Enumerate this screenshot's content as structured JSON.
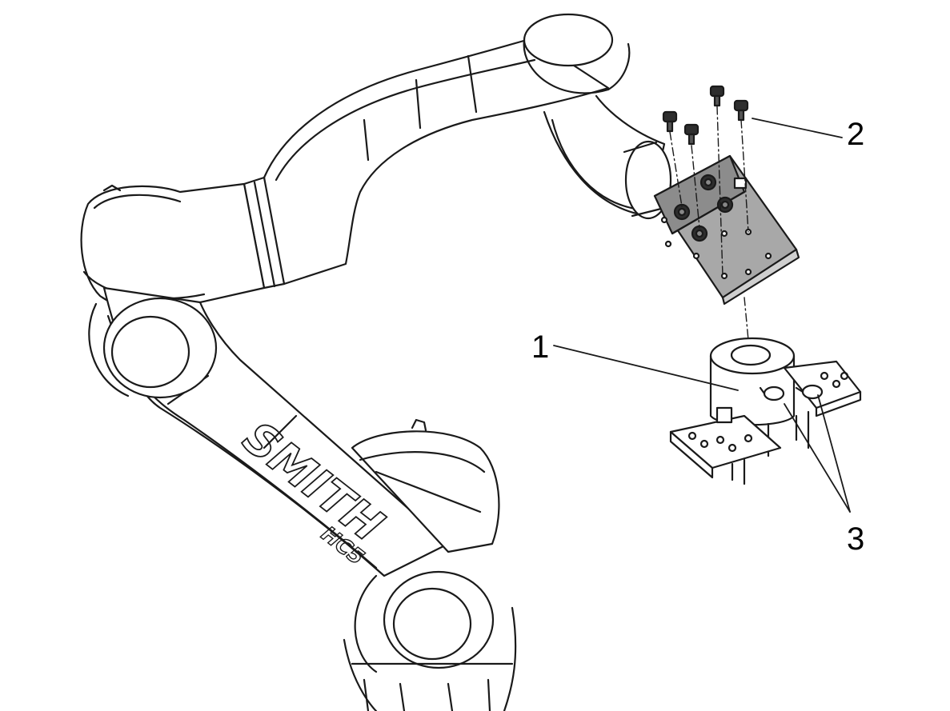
{
  "callouts": {
    "c1": "1",
    "c2": "2",
    "c3": "3"
  },
  "arm": {
    "logo_main": "SMITH",
    "logo_model": "HC5"
  },
  "colors": {
    "line": "#1a1a1a",
    "bracket_fill": "#9a9a9a",
    "screw_fill": "#2e2e2e",
    "background": "#ffffff"
  }
}
